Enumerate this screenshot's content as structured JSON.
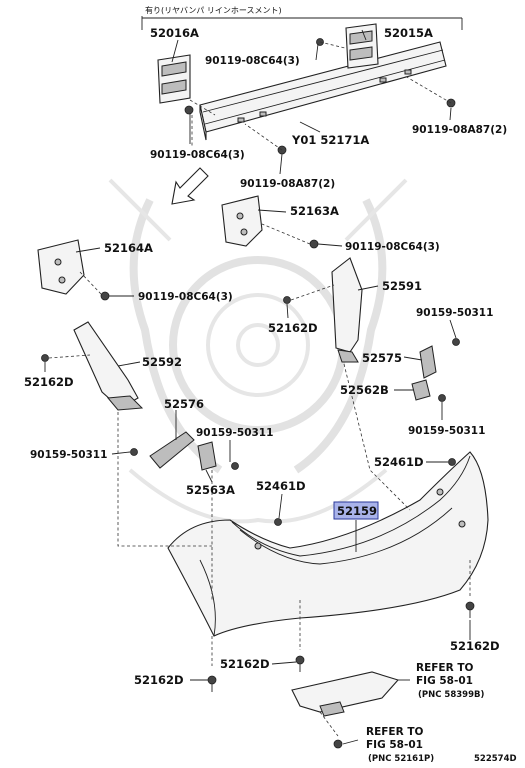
{
  "header_note": "有り(リヤバンパ リインホースメント)",
  "diagram_id": "522574D",
  "labels": {
    "p52016A": "52016A",
    "p52015A": "52015A",
    "p90119_08C64_3_a": "90119-08C64(3)",
    "p90119_08A87_2_a": "90119-08A87(2)",
    "p52171A": "Y01 52171A",
    "p90119_08C64_3_b": "90119-08C64(3)",
    "p90119_08A87_2_b": "90119-08A87(2)",
    "p52163A": "52163A",
    "p90119_08C64_3_c": "90119-08C64(3)",
    "p52164A": "52164A",
    "p90119_08C64_3_d": "90119-08C64(3)",
    "p52591": "52591",
    "p52162D_a": "52162D",
    "p90159_50311_a": "90159-50311",
    "p52592": "52592",
    "p52575": "52575",
    "p52162D_b": "52162D",
    "p52562B": "52562B",
    "p52576": "52576",
    "p90159_50311_b": "90159-50311",
    "p90159_50311_c": "90159-50311",
    "p90159_50311_d": "90159-50311",
    "p52461D_a": "52461D",
    "p52563A": "52563A",
    "p52461D_b": "52461D",
    "p52159": "52159",
    "p52162D_c": "52162D",
    "p52162D_d": "52162D",
    "p52162D_e": "52162D"
  },
  "refs": {
    "ref1_line1": "REFER TO",
    "ref1_line2": "FIG 58-01",
    "ref1_line3": "(PNC 58399B)",
    "ref2_line1": "REFER TO",
    "ref2_line2": "FIG 58-01",
    "ref2_line3": "(PNC 52161P)"
  },
  "colors": {
    "highlight_fill": "#a9b3ea",
    "highlight_stroke": "#2b3a9a"
  }
}
